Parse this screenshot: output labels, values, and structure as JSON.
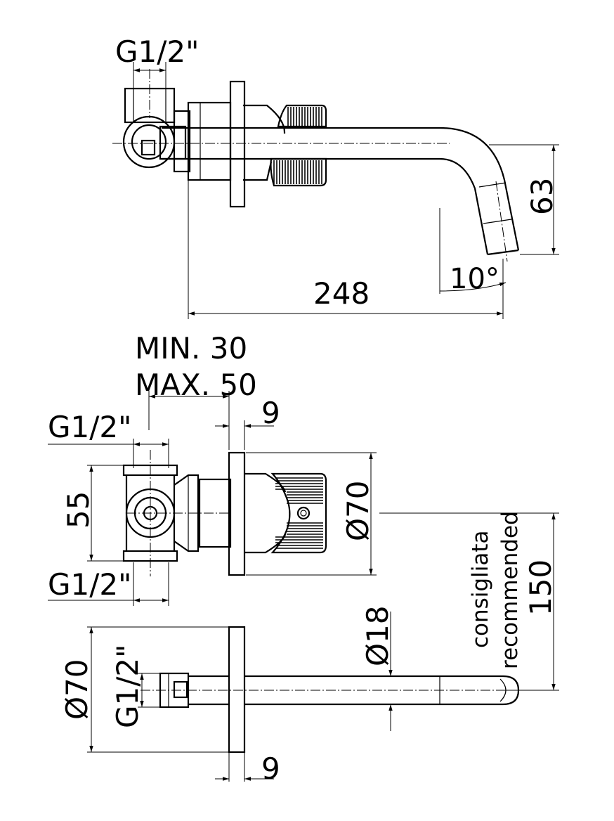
{
  "labels": {
    "g12_top": "G1/2\"",
    "dim_63": "63",
    "angle_10": "10°",
    "dim_248": "248",
    "min_30": "MIN. 30",
    "max_50": "MAX. 50",
    "dim_9_top": "9",
    "g12_upper": "G1/2\"",
    "dim_55": "55",
    "dia_70_body": "Ø70",
    "g12_lower": "G1/2\"",
    "consigliata": "consigliata",
    "recommended": "recommended",
    "dim_150": "150",
    "dia_18": "Ø18",
    "dia_70_spout": "Ø70",
    "g12_spout": "G1/2\"",
    "dim_9_bottom": "9"
  }
}
